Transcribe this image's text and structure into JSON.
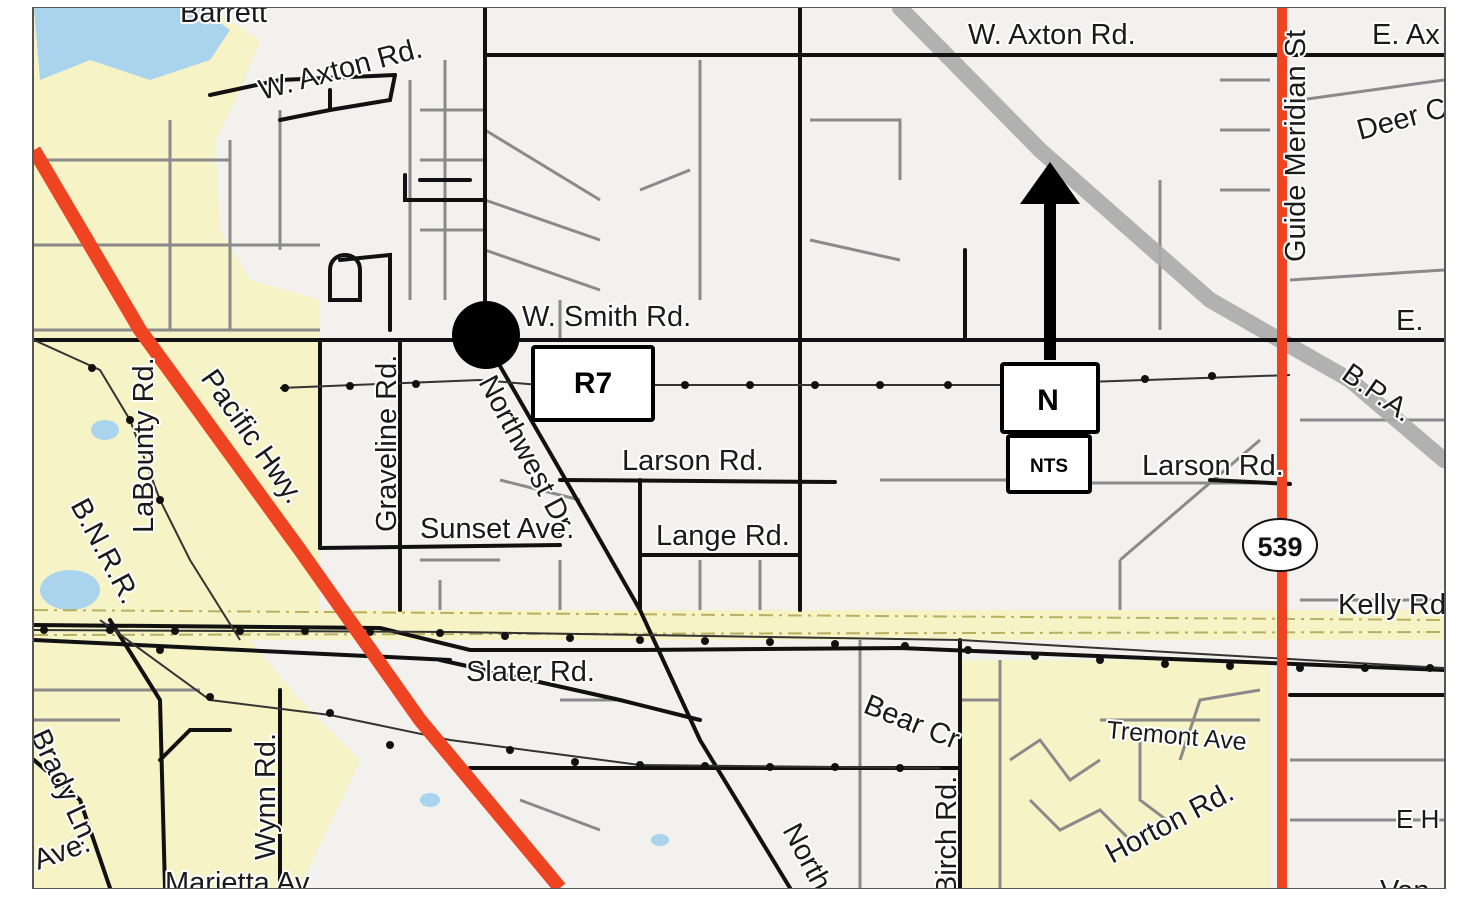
{
  "map": {
    "colors": {
      "land": "#f2f1ee",
      "urban": "#f6f3c6",
      "water": "#aad3ee",
      "highway": "#ee4422",
      "road": "#111111",
      "minor_road": "#8a8a8a",
      "powerline": "#aaaaaa"
    },
    "road_labels": [
      "Barrett",
      "W. Axton Rd.",
      "W. Axton Rd.",
      "E. Ax",
      "Guide Meridian St",
      "Deer Cr",
      "W. Smith Rd.",
      "E.",
      "B.P.A.",
      "LaBounty Rd.",
      "Pacific Hwy.",
      "Graveline Rd.",
      "Northwest Dr.",
      "B.N.R.R.",
      "Larson Rd.",
      "Larson Rd.",
      "Sunset Ave.",
      "Lange Rd.",
      "Kelly Rd",
      "Slater Rd.",
      "Bear Cr",
      "Tremont Ave",
      "Brady Ln.",
      "Wynn Rd.",
      "Horton Rd.",
      "E H",
      "Marietta Av",
      "North",
      "Birch Rd.",
      "Ave.",
      "Van"
    ],
    "route_shield": "539",
    "markers": {
      "site_label": "R7",
      "north_label": "N",
      "scale_label": "NTS"
    }
  }
}
